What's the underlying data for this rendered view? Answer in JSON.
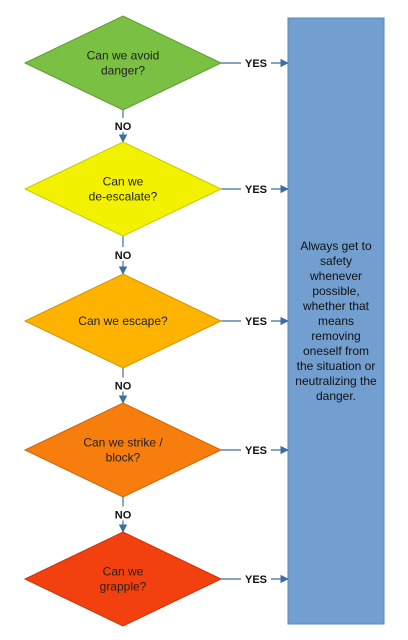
{
  "decisions": [
    {
      "id": "avoid",
      "lines": [
        "Can we avoid",
        "danger?"
      ],
      "fill": "#7ac143",
      "stroke": "#5e9a34"
    },
    {
      "id": "de-escalate",
      "lines": [
        "Can we",
        "de-escalate?"
      ],
      "fill": "#f2f200",
      "stroke": "#c9c900"
    },
    {
      "id": "escape",
      "lines": [
        "Can we escape?"
      ],
      "fill": "#fdb300",
      "stroke": "#d69400"
    },
    {
      "id": "strike-block",
      "lines": [
        "Can we strike /",
        "block?"
      ],
      "fill": "#f77d0d",
      "stroke": "#cf6509"
    },
    {
      "id": "grapple",
      "lines": [
        "Can we",
        "grapple?"
      ],
      "fill": "#f2410f",
      "stroke": "#c7330b"
    }
  ],
  "labels": {
    "yes": "YES",
    "no": "NO"
  },
  "panel": {
    "lines": [
      "Always get to",
      "safety",
      "whenever",
      "possible,",
      "whether that",
      "means",
      "removing",
      "oneself from",
      "the situation or",
      "neutralizing the",
      "danger."
    ],
    "fill": "#729fcf",
    "stroke": "#5a86b8"
  },
  "colors": {
    "arrow": "#3b6ea5"
  }
}
